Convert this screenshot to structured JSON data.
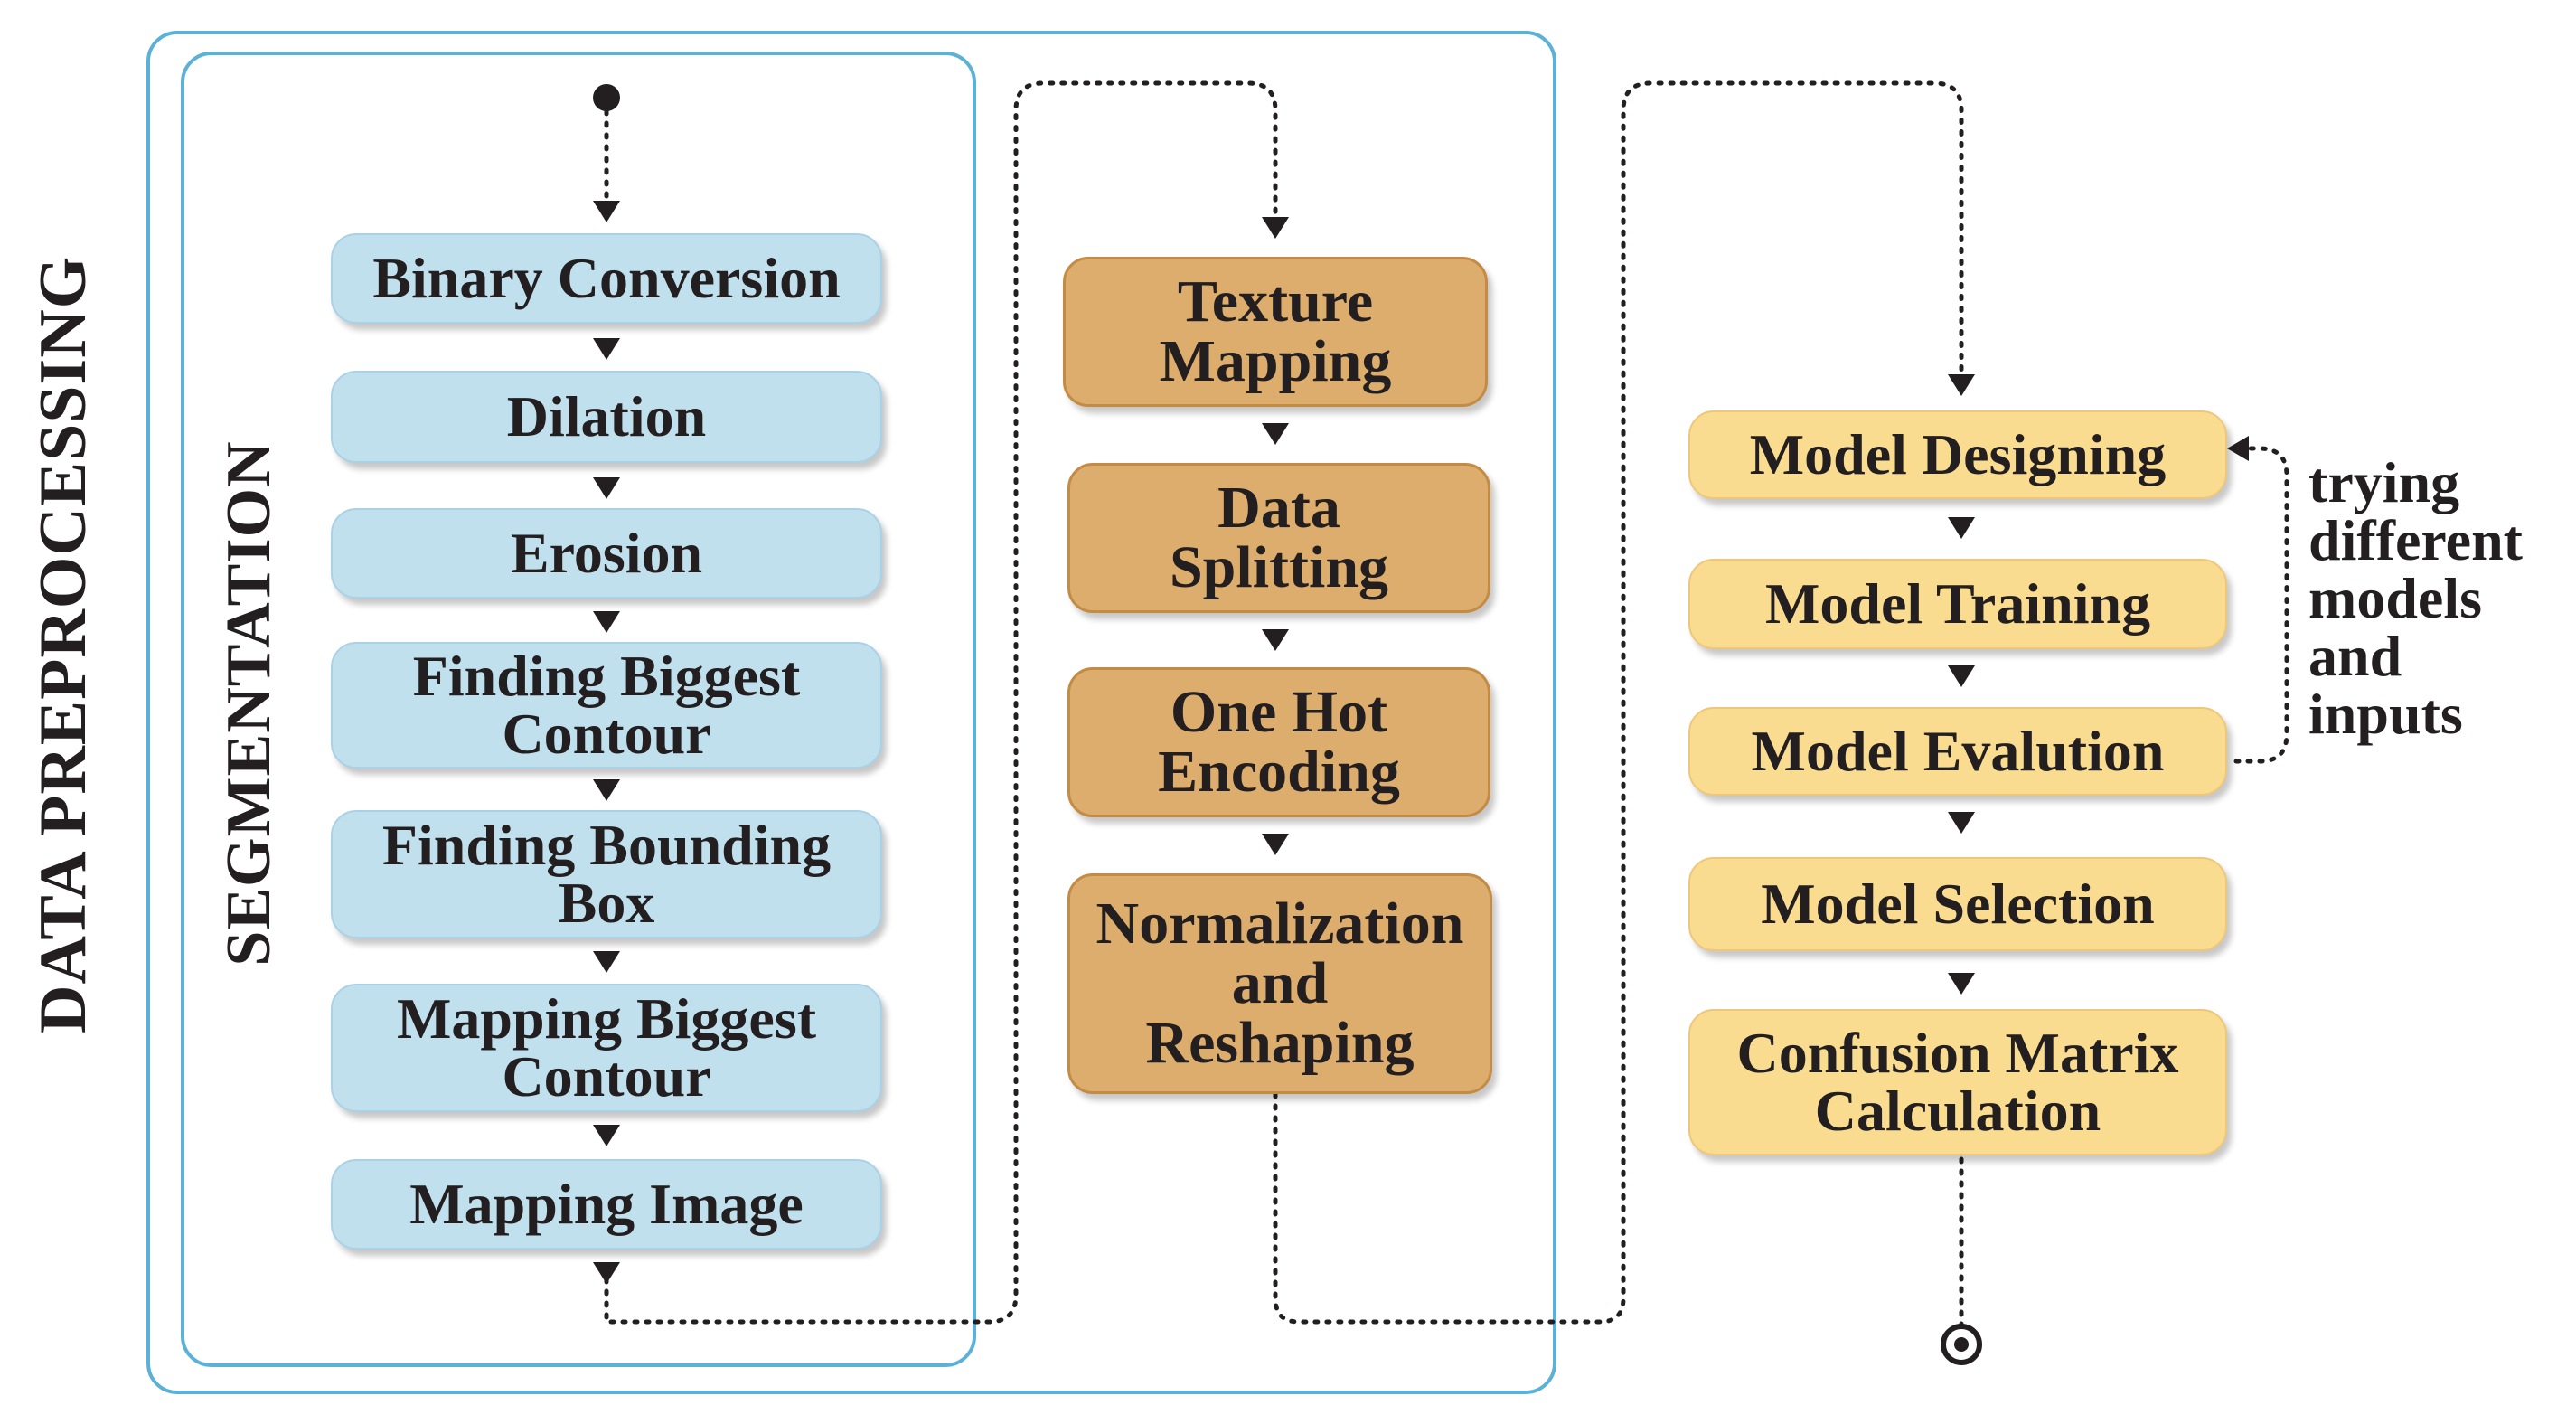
{
  "labels": {
    "outer_group": "DATA PREPROCESSING",
    "inner_group": "SEGMENTATION"
  },
  "segmentation_steps": [
    "Binary Conversion",
    "Dilation",
    "Erosion",
    "Finding Biggest\nContour",
    "Finding Bounding\nBox",
    "Mapping Biggest\nContour",
    "Mapping Image"
  ],
  "preprocessing_steps": [
    "Texture\nMapping",
    "Data\nSplitting",
    "One Hot\nEncoding",
    "Normalization\nand\nReshaping"
  ],
  "modeling_steps": [
    "Model Designing",
    "Model Training",
    "Model Evalution",
    "Model Selection",
    "Confusion Matrix\nCalculation"
  ],
  "loop_note": "trying\ndifferent\nmodels\nand\ninputs",
  "colors": {
    "frame": "#5bb1d6",
    "segmentation_fill": "#c1e0ee",
    "preprocessing_fill": "#ddad6d",
    "modeling_fill": "#f9dc90",
    "text": "#231f20"
  },
  "icons": {
    "start": "filled-circle-start-node",
    "end": "bullseye-end-node",
    "arrows": "filled-triangle-arrowheads",
    "connectors": "dotted-lines"
  }
}
